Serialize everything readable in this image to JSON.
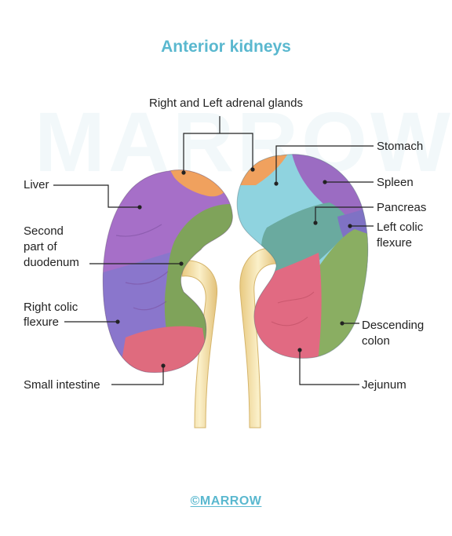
{
  "title": "Anterior kidneys",
  "watermark": "MARROW",
  "copyright": "©MARROW",
  "labels": {
    "adrenal": "Right and Left adrenal glands",
    "liver": "Liver",
    "duodenum_1": "Second",
    "duodenum_2": "part of",
    "duodenum_3": "duodenum",
    "right_colic_1": "Right colic",
    "right_colic_2": "flexure",
    "small_intestine": "Small intestine",
    "stomach": "Stomach",
    "spleen": "Spleen",
    "pancreas": "Pancreas",
    "left_colic_1": "Left colic",
    "left_colic_2": "flexure",
    "descending_1": "Descending",
    "descending_2": "colon",
    "jejunum": "Jejunum"
  },
  "colors": {
    "accent": "#5ab8cf",
    "liver": "#a66fc8",
    "duodenum": "#7fa35a",
    "right_colic": "#8a76cc",
    "small_intestine": "#df6b7e",
    "adrenal": "#f0a15e",
    "stomach": "#8fd3df",
    "spleen": "#9b6cc2",
    "pancreas": "#6aaa9f",
    "left_colic": "#7f72c4",
    "descending": "#8aae62",
    "jejunum": "#e16a82",
    "ureter": "#f2dfa4"
  }
}
